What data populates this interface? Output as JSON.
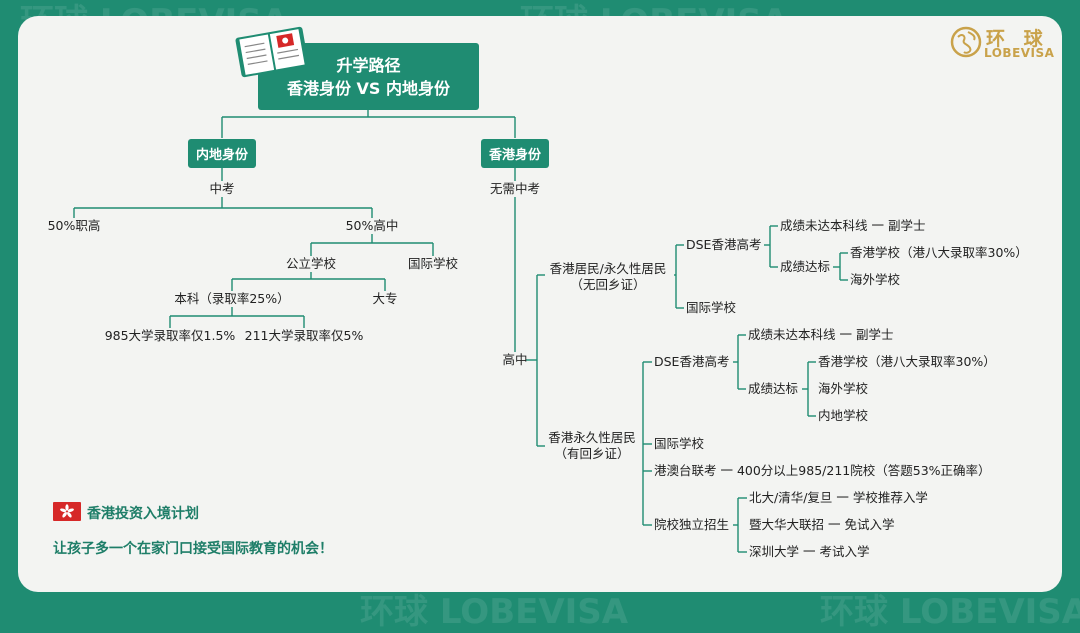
{
  "watermark": {
    "text": "环球 LOBEVISA"
  },
  "logo": {
    "cn": "环 球",
    "en": "LOBEVISA"
  },
  "title": {
    "line1": "升学路径",
    "line2": "香港身份 VS 内地身份"
  },
  "mainland": {
    "tag": "内地身份",
    "exam": "中考",
    "vocational": "50%职高",
    "high_school": "50%高中",
    "public_school": "公立学校",
    "intl_school": "国际学校",
    "bachelor": "本科（录取率25%）",
    "junior_college": "大专",
    "u985": "985大学录取率仅1.5%",
    "u211": "211大学录取率仅5%"
  },
  "hongkong": {
    "tag": "香港身份",
    "no_exam": "无需中考",
    "high_school": "高中",
    "resident_line1": "香港居民/永久性居民",
    "resident_line2": "（无回乡证）",
    "dse_a": "DSE香港高考",
    "dse_a_fail": "成绩未达本科线 一 副学士",
    "dse_a_pass": "成绩达标",
    "dse_a_hk": "香港学校（港八大录取率30%）",
    "dse_a_overseas": "海外学校",
    "intl_a": "国际学校",
    "permanent_line1": "香港永久性居民",
    "permanent_line2": "（有回乡证）",
    "dse_b": "DSE香港高考",
    "dse_b_fail": "成绩未达本科线 一 副学士",
    "dse_b_pass": "成绩达标",
    "dse_b_hk": "香港学校（港八大录取率30%）",
    "dse_b_overseas": "海外学校",
    "dse_b_mainland": "内地学校",
    "intl_b": "国际学校",
    "joint_exam": "港澳台联考 一 400分以上985/211院校（答题53%正确率）",
    "independent": "院校独立招生",
    "ind_1": "北大/清华/复旦 一 学校推荐入学",
    "ind_2": "暨大华大联招 一 免试入学",
    "ind_3": "深圳大学 一 考试入学"
  },
  "footer": {
    "plan": "香港投资入境计划",
    "slogan": "让孩子多一个在家门口接受国际教育的机会！"
  },
  "colors": {
    "brand_green": "#1f8c72",
    "gold": "#c9a24a",
    "hk_red": "#d62828"
  }
}
